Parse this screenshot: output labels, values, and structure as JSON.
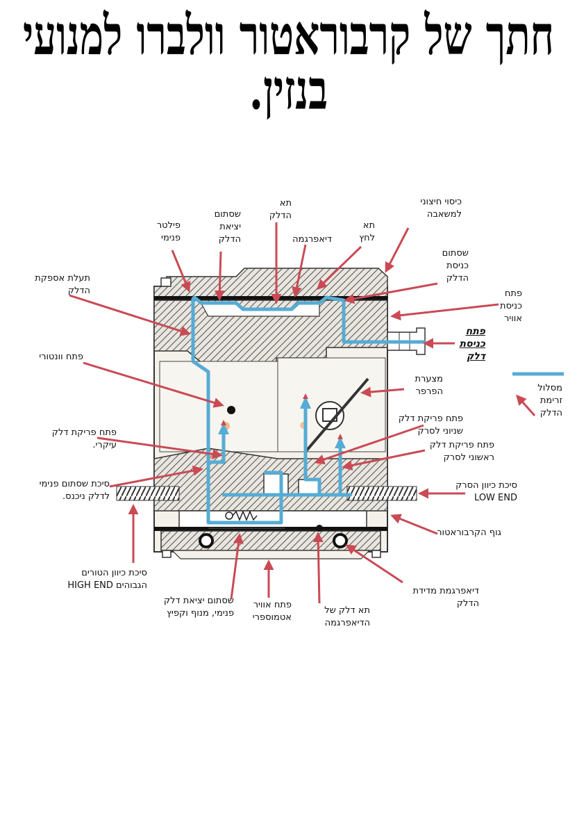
{
  "title": "חתך של קרבוראטור וולברו למנועי בנזין.",
  "colors": {
    "fuel_path": "#56acd4",
    "arrow": "#c94a55",
    "hatch": "#555555",
    "body_fill": "#f4f1ea"
  },
  "labels": {
    "outer_cover": "כיסוי חיצוני\nלמשאבה",
    "pressure_chamber": "תא\nלחץ",
    "diaphragm": "דיאפרגמה",
    "fuel_chamber": "תא\nהדלק",
    "fuel_outlet_valve": "שסתום\nיציאת\nהדלק",
    "inner_filter": "פילטר\nפנימי",
    "fuel_inlet_valve": "שסתום\nכניסת\nהדלק",
    "air_inlet": "פתח\nכניסת\nאוויר",
    "fuel_inlet_opening": "פתח\nכניסת\nדלק",
    "fuel_supply_channel": "תעלת אספקת\nהדלק",
    "venturi_opening": "פתח וונטורי",
    "throttle_valve": "מצערת\nהפרפר",
    "secondary_idle": "פתח פריקת דלק\nשניוני לסרק",
    "primary_idle": "פתח פריקת דלק\nראשוני לסרק",
    "main_fuel_discharge": "פתח פריקת דלק\nעיקרי.",
    "inner_check_valve_needle": "סיכת שסתום פנימי\nלדלק ניכנס.",
    "low_end_needle": "סיכת כיוון הסרק\nLOW END",
    "carb_body": "גוף הקרבוראטור",
    "high_end_needle": "סיכת כיוון הטורים\nהגבוהים HIGH END",
    "metering_diaphragm": "דיאפרגמת מדידת\nהדלק",
    "inner_outlet_valve": "שסתום יציאת דלק\nפנימי, מנוף וקפיץ",
    "atmospheric_vent": "פתח אוויר\nאטמוספרי",
    "diaphragm_fuel_chamber": "תא דלק של\nהדיאפרגמה",
    "legend_fuel_flow": "מסלול\nזרימת\nהדלק"
  }
}
